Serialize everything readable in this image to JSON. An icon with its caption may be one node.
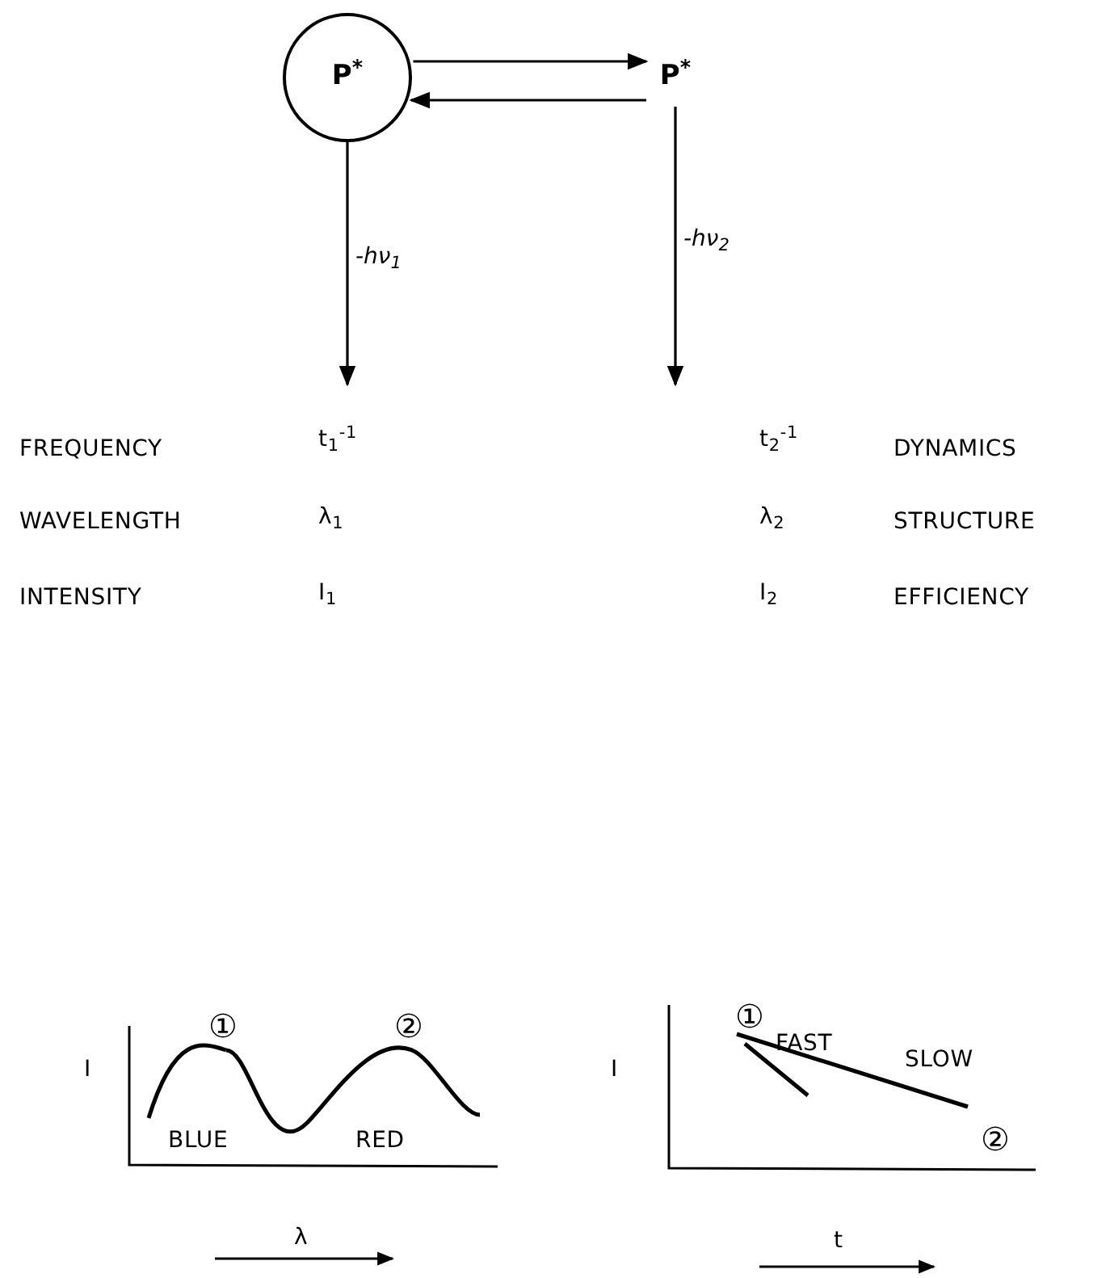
{
  "diagram": {
    "nodes": [
      {
        "text": [
          "P$^{*}$"
        ]
      },
      {
        "text": [
          "P$^{*}$"
        ]
      }
    ],
    "edges": [
      {
        "from": 0,
        "to": 1,
        "arrow": "to"
      },
      {
        "from": 1,
        "to": 0,
        "arrow": "to"
      },
      {
        "from": 0,
        "to": null,
        "arrow": "to",
        "label": "-hν$_{1}$"
      },
      {
        "from": 1,
        "to": null,
        "arrow": "to",
        "label": "-hν$_{2}$"
      }
    ],
    "labels": [
      "FREQUENCY",
      "t$_{1}$$^{-1}$",
      "t$_{2}$$^{-1}$",
      "DYNAMICS",
      "WAVELENGTH",
      "λ$_{1}$",
      "λ$_{2}$",
      "STRUCTURE",
      "INTENSITY",
      "I$_{1}$",
      "I$_{2}$",
      "EFFICIENCY",
      "①",
      "②",
      "I",
      "BLUE",
      "RED",
      "λ",
      "①",
      "I",
      "FAST",
      "SLOW",
      "②",
      "t"
    ]
  }
}
